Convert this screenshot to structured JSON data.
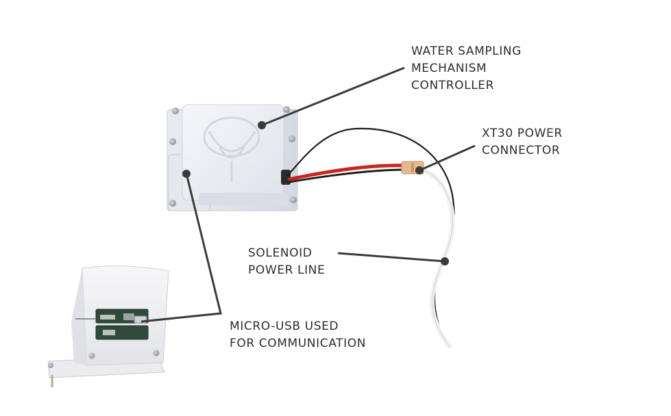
{
  "callouts": {
    "controller": [
      "WATER SAMPLING",
      "MECHANISM",
      "CONTROLLER"
    ],
    "xt30": [
      "XT30 POWER",
      "CONNECTOR"
    ],
    "solenoid": [
      "SOLENOID",
      "POWER LINE"
    ],
    "usb": [
      "MICRO-USB USED",
      "FOR COMMUNICATION"
    ]
  },
  "colors": {
    "leader_line": "#3a3a3a",
    "housing_plastic": "#eef0f5",
    "red_wire": "#c8261e",
    "black_wire": "#1c1c1c",
    "pcb_green": "#2f4a3a",
    "xt30_connector": "#e7b98f"
  }
}
